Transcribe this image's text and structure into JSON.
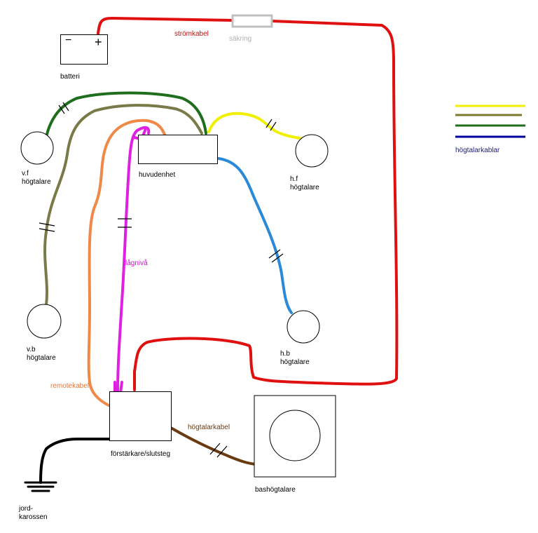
{
  "colors": {
    "power": "#e01010",
    "fuse": "#c0c0c0",
    "front_left": "#1e6e1e",
    "rear_left": "#7a7a48",
    "front_right": "#f0f000",
    "rear_right": "#2a8ad8",
    "remote": "#f08848",
    "lowlevel": "#e020e0",
    "sub": "#6a3a10",
    "ground": "#000000",
    "legend_line1": "#f0f000",
    "legend_line2": "#7a7a30",
    "legend_line3": "#1e6e1e",
    "legend_line4": "#0000a0",
    "legend_text": "#1a1a80"
  },
  "labels": {
    "battery": "batteri",
    "battery_minus": "−",
    "battery_plus": "+",
    "power_cable": "strömkabel",
    "fuse": "säkring",
    "head_unit": "huvudenhet",
    "front_left": "v.f\nhögtalare",
    "front_right": "h.f\nhögtalare",
    "rear_left": "v.b\nhögtalare",
    "rear_right": "h.b\nhögtalare",
    "low_level": "lågnivå",
    "remote_cable": "remotekabel",
    "amplifier": "förstärkare/slutsteg",
    "speaker_cable": "högtalarkabel",
    "subwoofer": "bashögtalare",
    "ground": "jord-\nkarossen",
    "legend": "högtalarkablar"
  }
}
